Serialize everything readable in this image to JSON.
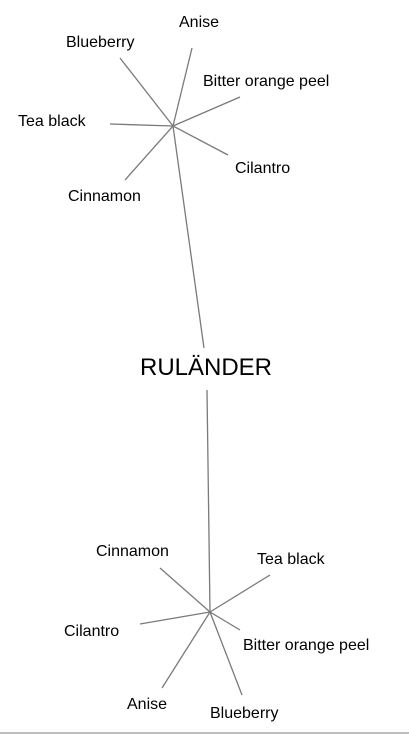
{
  "diagram": {
    "center": {
      "label": "RULÄNDER"
    },
    "clusters": [
      {
        "name": "top",
        "leaves": [
          {
            "label": "Anise"
          },
          {
            "label": "Blueberry"
          },
          {
            "label": "Bitter orange peel"
          },
          {
            "label": "Tea black"
          },
          {
            "label": "Cilantro"
          },
          {
            "label": "Cinnamon"
          }
        ]
      },
      {
        "name": "bottom",
        "leaves": [
          {
            "label": "Cinnamon"
          },
          {
            "label": "Tea black"
          },
          {
            "label": "Cilantro"
          },
          {
            "label": "Bitter orange peel"
          },
          {
            "label": "Anise"
          },
          {
            "label": "Blueberry"
          }
        ]
      }
    ]
  },
  "colors": {
    "edge": "#7a7a7a",
    "text": "#000000",
    "background": "#ffffff"
  }
}
